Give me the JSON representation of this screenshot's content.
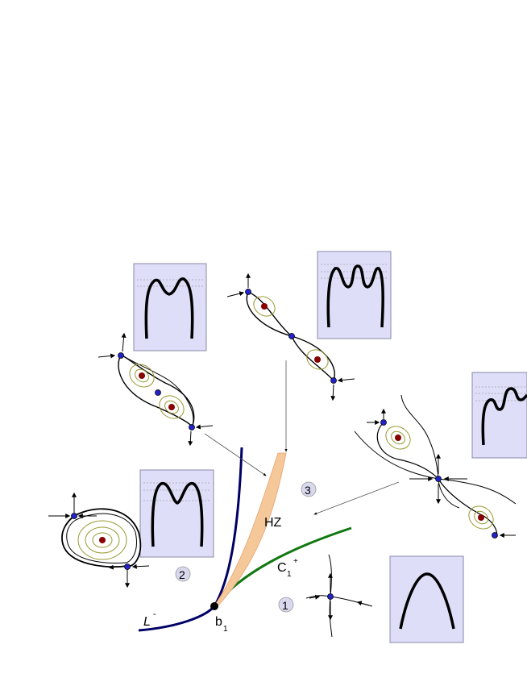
{
  "labels": {
    "curve_L": "L",
    "curve_L_sup": "-",
    "curve_C": "C",
    "curve_C_sub": "1",
    "curve_C_sup": "+",
    "point_b": "b",
    "point_b_sub": "1",
    "region_HZ": "HZ"
  },
  "regions": [
    {
      "id": "1",
      "label": "1"
    },
    {
      "id": "2",
      "label": "2"
    },
    {
      "id": "3",
      "label": "3"
    }
  ],
  "colors": {
    "curve_L": "#000066",
    "curve_C": "#117711",
    "region_HZ": "#f5c89a",
    "panel_fill": "#dedef8",
    "panel_border": "#8888aa",
    "saddle": "#2222cc",
    "center": "#880000",
    "orbit": "#999933"
  }
}
